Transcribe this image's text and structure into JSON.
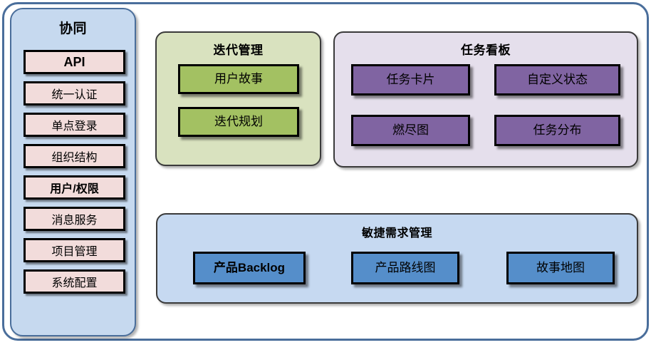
{
  "diagram": {
    "sidebar": {
      "title": "协同",
      "items": [
        {
          "label": "API",
          "bold": true
        },
        {
          "label": "统一认证",
          "bold": false
        },
        {
          "label": "单点登录",
          "bold": false
        },
        {
          "label": "组织结构",
          "bold": false
        },
        {
          "label": "用户/权限",
          "bold": true
        },
        {
          "label": "消息服务",
          "bold": false
        },
        {
          "label": "项目管理",
          "bold": false
        },
        {
          "label": "系统配置",
          "bold": false
        }
      ]
    },
    "iteration": {
      "title": "迭代管理",
      "items": [
        {
          "label": "用户故事"
        },
        {
          "label": "迭代规划"
        }
      ]
    },
    "taskboard": {
      "title": "任务看板",
      "items": [
        {
          "label": "任务卡片"
        },
        {
          "label": "自定义状态"
        },
        {
          "label": "燃尽图"
        },
        {
          "label": "任务分布"
        }
      ]
    },
    "agile": {
      "title": "敏捷需求管理",
      "items": [
        {
          "label": "产品Backlog",
          "bold": true
        },
        {
          "label": "产品路线图",
          "bold": false
        },
        {
          "label": "故事地图",
          "bold": false
        }
      ]
    },
    "colors": {
      "outer_border": "#4A6E9B",
      "sidebar_panel_bg": "#C6D9EF",
      "sidebar_item_bg": "#F2DCDB",
      "iteration_panel_bg": "#D9E2BF",
      "iteration_box_bg": "#A3C162",
      "taskboard_panel_bg": "#E5DFEC",
      "taskboard_box_bg": "#8064A2",
      "agile_panel_bg": "#C6D9F1",
      "agile_box_bg": "#558ECA",
      "box_border": "#000000"
    }
  }
}
